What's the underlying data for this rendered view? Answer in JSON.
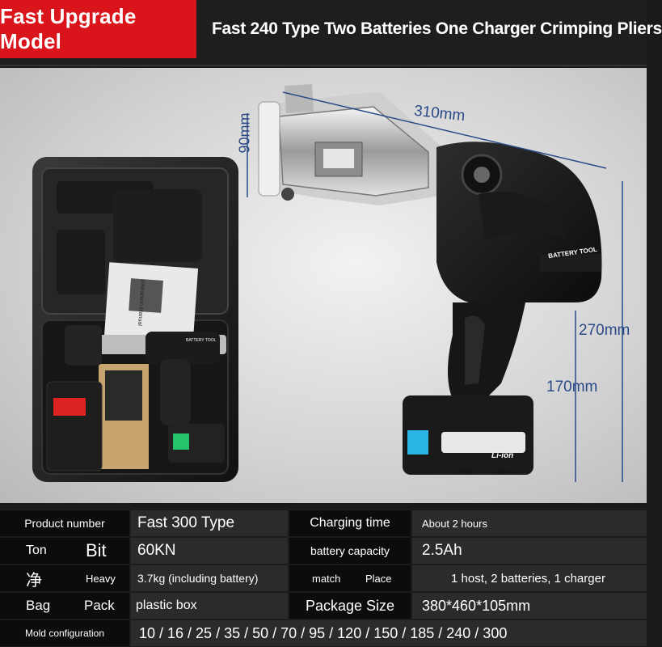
{
  "header": {
    "badge": "Fast Upgrade Model",
    "title": "Fast 240 Type Two Batteries One Charger Crimping Pliers"
  },
  "photo": {
    "case_labels": {
      "manual": "Instruction Manual",
      "tool_label": "BATTERY TOOL"
    },
    "tool_label": "BATTERY TOOL",
    "battery_brand": "Li-ion",
    "battery_capacity": "2.5Ah",
    "battery_voltage": "18V",
    "dimensions": {
      "length": "310mm",
      "jaw": "90mm",
      "height": "270mm",
      "handle": "170mm"
    }
  },
  "specs": {
    "row1": {
      "l1": "Product number",
      "v1": "Fast 300 Type",
      "l2": "Charging time",
      "v2": "About 2 hours"
    },
    "row2": {
      "l1a": "Ton",
      "l1b": "Bit",
      "v1": "60KN",
      "l2": "battery capacity",
      "v2": "2.5Ah"
    },
    "row3": {
      "l1a": "净",
      "l1b": "Heavy",
      "v1": "3.7kg (including battery)",
      "l2a": "match",
      "l2b": "Place",
      "v2": "1 host, 2 batteries, 1 charger"
    },
    "row4": {
      "l1a": "Bag",
      "l1b": "Pack",
      "v1": "plastic box",
      "l2": "Package Size",
      "v2": "380*460*105mm"
    },
    "row5": {
      "l1": "Mold configuration",
      "v1": "10 / 16 / 25 / 35 / 50 / 70 / 95 / 120 / 150 / 185 / 240 / 300"
    }
  },
  "colors": {
    "accent_red": "#d9141b",
    "dimension_blue": "#2a4a88"
  }
}
